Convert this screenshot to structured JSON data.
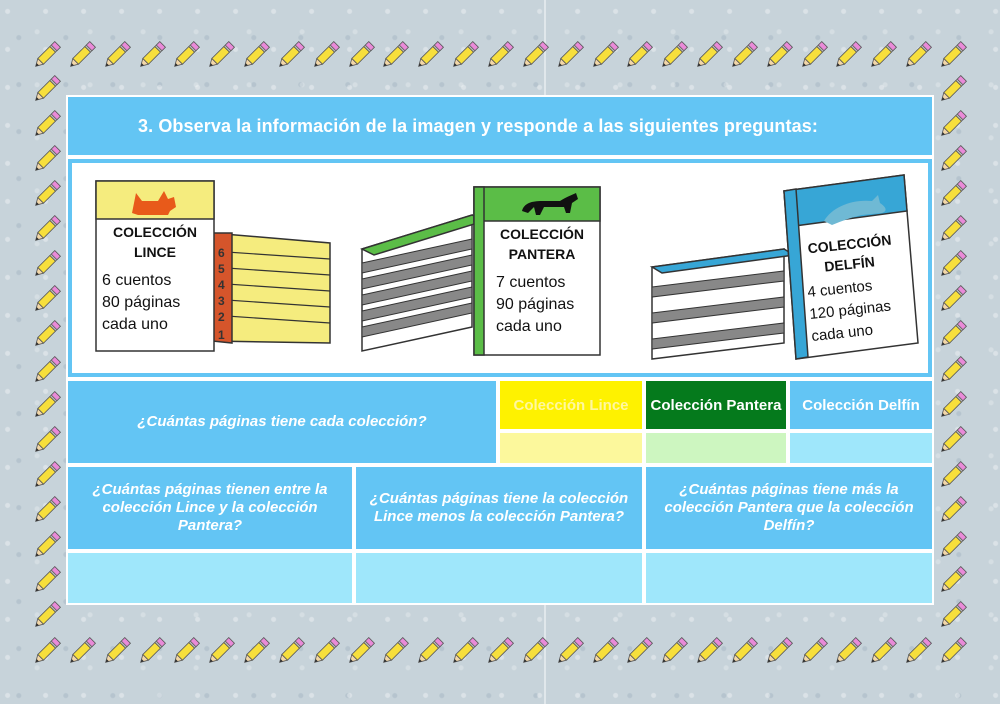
{
  "title": "3.  Observa la información de la imagen y responde a las siguientes preguntas:",
  "books": [
    {
      "name_line1": "COLECCIÓN",
      "name_line2": "LINCE",
      "stories": "6 cuentos",
      "pages": "80 páginas",
      "each": "cada uno",
      "cover_color": "#f5ec7e",
      "edge_color": "#d5552b",
      "spine_numbers": [
        "1",
        "2",
        "3",
        "4",
        "5",
        "6"
      ]
    },
    {
      "name_line1": "COLECCIÓN",
      "name_line2": "PANTERA",
      "stories": "7 cuentos",
      "pages": "90 páginas",
      "each": "cada uno",
      "cover_color": "#5bbd47"
    },
    {
      "name_line1": "COLECCIÓN",
      "name_line2": "DELFÍN",
      "stories": "4 cuentos",
      "pages": "120 páginas",
      "each": "cada uno",
      "cover_color": "#37a6d6"
    }
  ],
  "table1": {
    "question": "¿Cuántas páginas tiene cada colección?",
    "headers": [
      {
        "label": "Colección Lince",
        "bg": "#fef200"
      },
      {
        "label": "Colección Pantera",
        "bg": "#057a1c"
      },
      {
        "label": "Colección Delfín",
        "bg": "#63c5f4"
      }
    ],
    "answers": [
      {
        "value": "",
        "bg": "#fcf89c"
      },
      {
        "value": "",
        "bg": "#cdf6c0"
      },
      {
        "value": "",
        "bg": "#9fe7fb"
      }
    ]
  },
  "table2": {
    "questions": [
      "¿Cuántas páginas tienen entre la colección Lince y la colección Pantera?",
      "¿Cuántas páginas tiene la colección Lince menos la colección Pantera?",
      "¿Cuántas páginas tiene más la colección Pantera que la colección Delfín?"
    ],
    "answers": [
      "",
      "",
      ""
    ],
    "answer_bg": "#9fe7fb"
  },
  "colors": {
    "accent": "#63c5f4",
    "pencil_body": "#f7df3c",
    "pencil_eraser": "#e98ad8"
  }
}
